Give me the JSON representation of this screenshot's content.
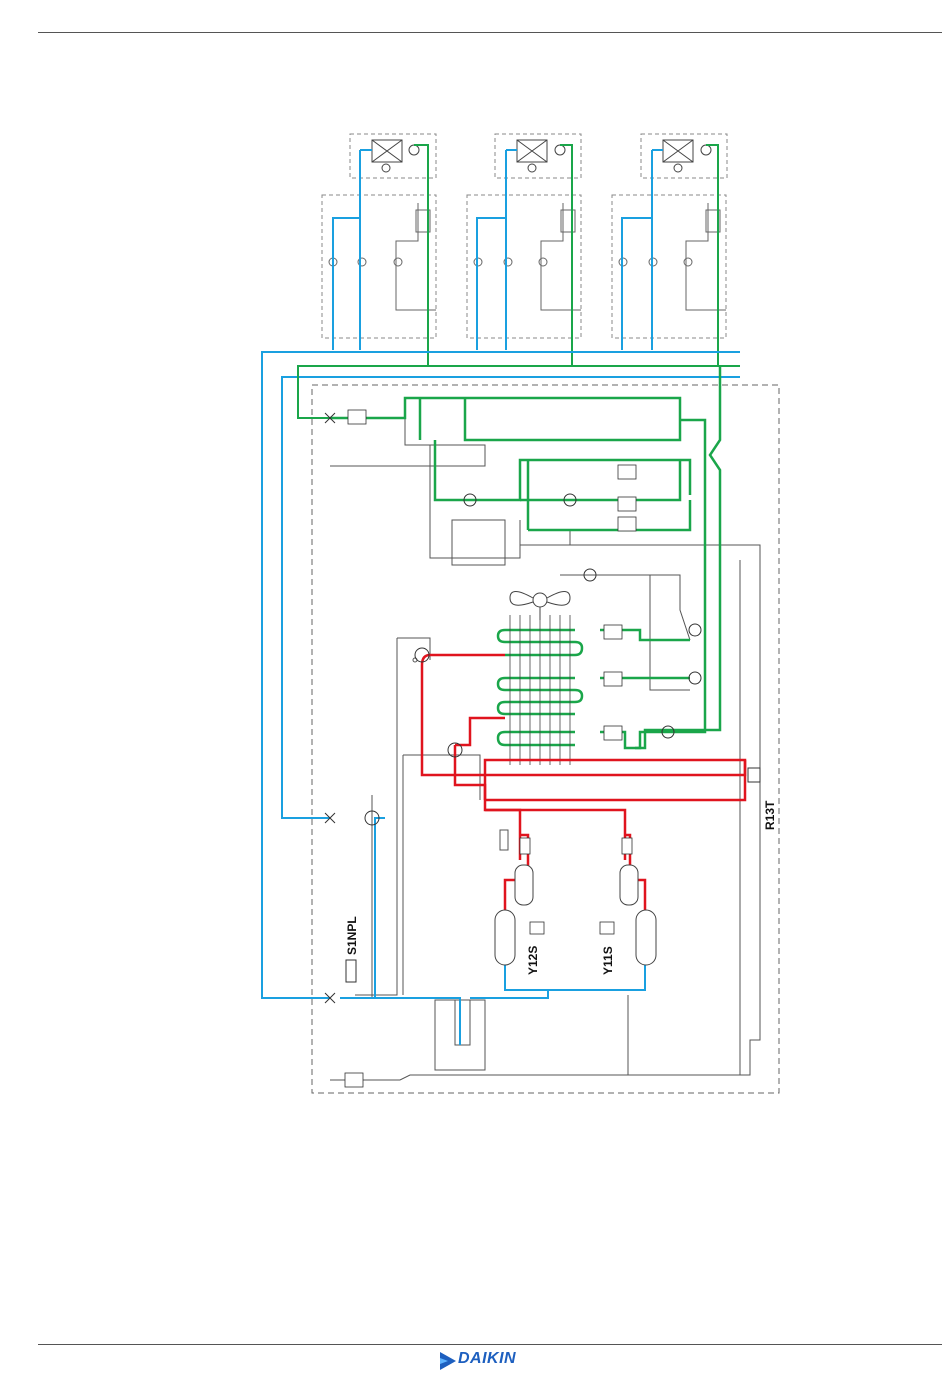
{
  "diagram": {
    "labels": {
      "pressure_switch": "S1NPL",
      "thermistor": "R13T",
      "valve_1": "Y12S",
      "valve_2": "Y11S"
    },
    "colors": {
      "liquid_line": "#1aa0e0",
      "gas_line": "#1aa64a",
      "discharge_line": "#e0141e",
      "inner_line": "#555555",
      "boundary": "#666666"
    }
  },
  "footer": {
    "brand": "DAIKIN",
    "brand_color": "#1d5fbf",
    "logo_icon": "daikin-logo-icon"
  }
}
